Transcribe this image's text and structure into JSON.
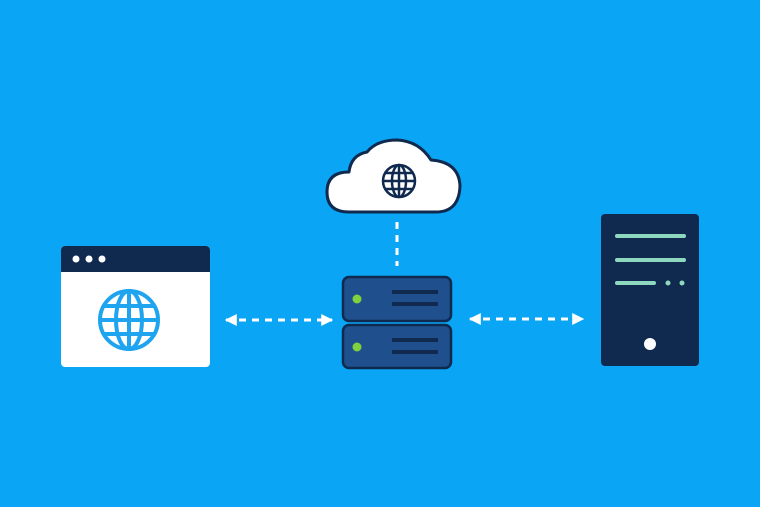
{
  "colors": {
    "background": "#0aa5f5",
    "navy": "#0f2a4e",
    "server_blue": "#1f4f8c",
    "white": "#ffffff",
    "globe_blue": "#1fa4f0",
    "status_green": "#7fd23f",
    "tower_lines": "#8fd8c0",
    "connector": "#ffffff"
  },
  "icons": {
    "browser": "browser-window-icon",
    "globe": "globe-icon",
    "cloud": "cloud-icon",
    "server": "server-rack-icon",
    "tower": "computer-tower-icon"
  },
  "nodes": [
    "browser-window",
    "cloud",
    "server-rack",
    "computer-tower"
  ],
  "connections": [
    {
      "from": "browser-window",
      "to": "server-rack",
      "style": "dashed",
      "arrows": "both"
    },
    {
      "from": "cloud",
      "to": "server-rack",
      "style": "dashed",
      "arrows": "none"
    },
    {
      "from": "server-rack",
      "to": "computer-tower",
      "style": "dashed",
      "arrows": "both"
    }
  ]
}
